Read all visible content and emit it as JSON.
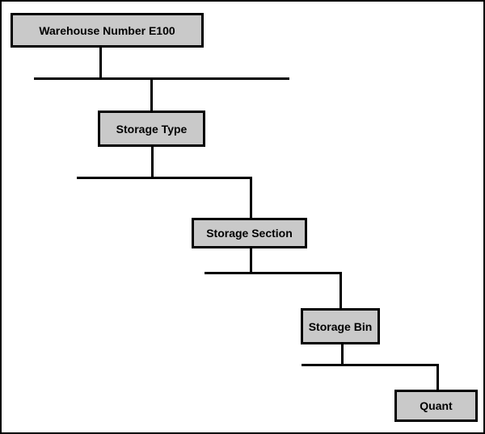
{
  "diagram": {
    "type": "hierarchy",
    "nodes": [
      {
        "id": "warehouse-number",
        "label": "Warehouse Number E100",
        "level": 1
      },
      {
        "id": "storage-type",
        "label": "Storage Type",
        "level": 2
      },
      {
        "id": "storage-section",
        "label": "Storage Section",
        "level": 3
      },
      {
        "id": "storage-bin",
        "label": "Storage Bin",
        "level": 4
      },
      {
        "id": "quant",
        "label": "Quant",
        "level": 5
      }
    ],
    "edges": [
      {
        "from": "warehouse-number",
        "to": "storage-type"
      },
      {
        "from": "storage-type",
        "to": "storage-section"
      },
      {
        "from": "storage-section",
        "to": "storage-bin"
      },
      {
        "from": "storage-bin",
        "to": "quant"
      }
    ],
    "colors": {
      "node_fill": "#C9C9C9",
      "node_border": "#000000",
      "connector": "#000000",
      "text": "#000000",
      "canvas_background": "#FFFFFF",
      "canvas_border": "#000000"
    }
  }
}
